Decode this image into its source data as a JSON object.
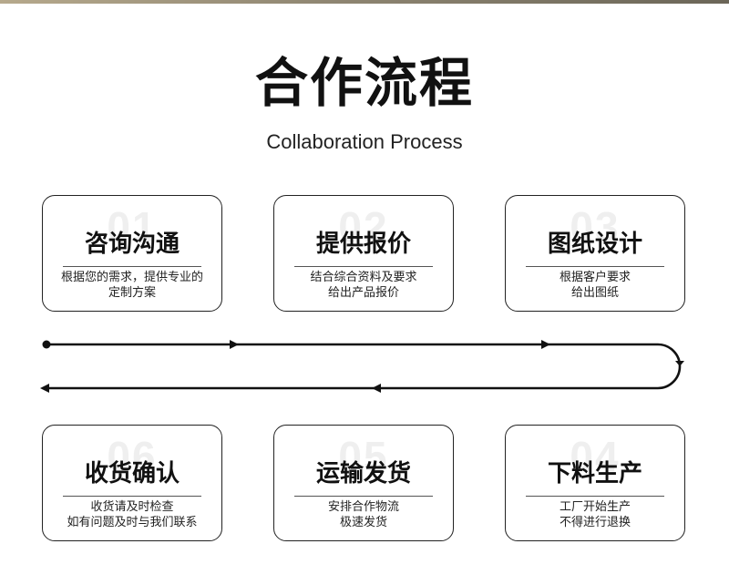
{
  "header": {
    "title": "合作流程",
    "subtitle": "Collaboration Process"
  },
  "steps": [
    {
      "num": "01",
      "title": "咨询沟通",
      "desc": [
        "根据您的需求，提供专业的",
        "定制方案"
      ]
    },
    {
      "num": "02",
      "title": "提供报价",
      "desc": [
        "结合综合资料及要求",
        "给出产品报价"
      ]
    },
    {
      "num": "03",
      "title": "图纸设计",
      "desc": [
        "根据客户要求",
        "给出图纸"
      ]
    },
    {
      "num": "04",
      "title": "下料生产",
      "desc": [
        "工厂开始生产",
        "不得进行退换"
      ]
    },
    {
      "num": "05",
      "title": "运输发货",
      "desc": [
        "安排合作物流",
        "极速发货"
      ]
    },
    {
      "num": "06",
      "title": "收货确认",
      "desc": [
        "收货请及时检查",
        "如有问题及时与我们联系"
      ]
    }
  ],
  "colors": {
    "accent_bar": "#8f8672",
    "ink": "#111111"
  }
}
